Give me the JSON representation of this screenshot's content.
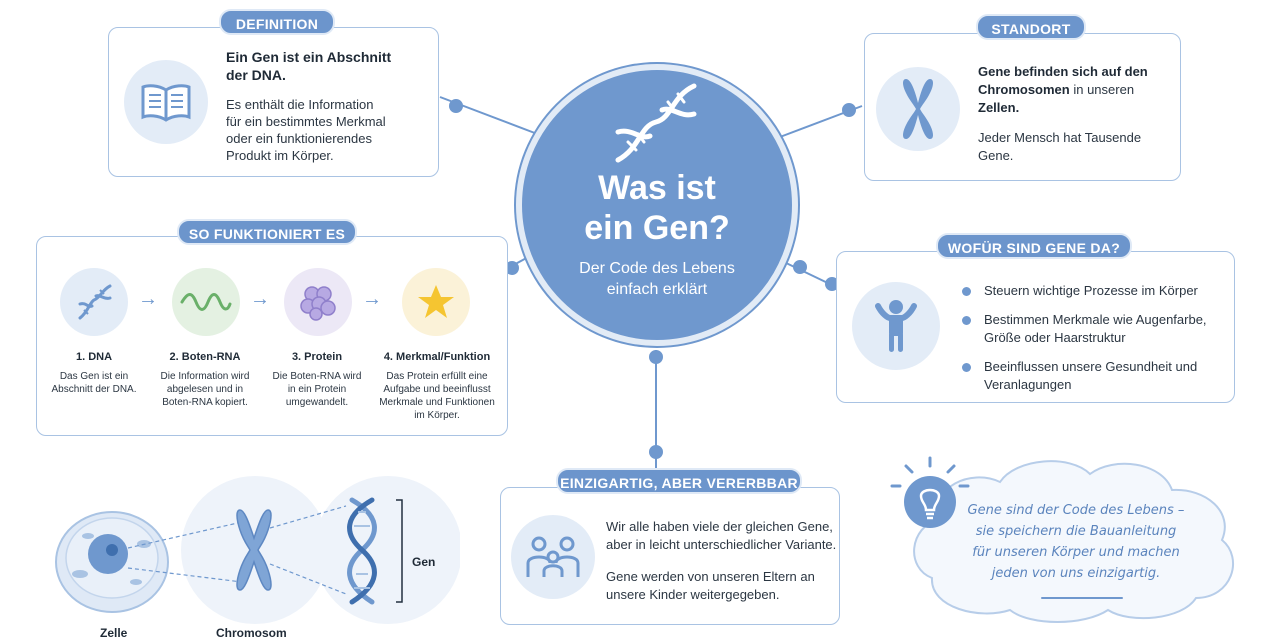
{
  "center": {
    "title_line1": "Was ist",
    "title_line2": "ein Gen?",
    "subtitle_line1": "Der Code des Lebens",
    "subtitle_line2": "einfach erklärt"
  },
  "definition": {
    "label": "DEFINITION",
    "headline_line1": "Ein Gen ist ein Abschnitt",
    "headline_line2": "der DNA.",
    "body": [
      "Es enthält die Information",
      "für ein bestimmtes Merkmal",
      "oder ein funktionierendes",
      "Produkt im Körper."
    ]
  },
  "standort": {
    "label": "STANDORT",
    "line1": "Gene befinden sich auf den",
    "line2_bold": "Chromosomen",
    "line2_rest": " in unseren",
    "line3": "Zellen.",
    "extra_line1": "Jeder Mensch hat Tausende",
    "extra_line2": "Gene."
  },
  "process": {
    "label": "SO FUNKTIONIERT ES",
    "steps": [
      {
        "title": "1. DNA",
        "text": [
          "Das Gen ist ein",
          "Abschnitt der DNA."
        ]
      },
      {
        "title": "2. Boten-RNA",
        "text": [
          "Die Information wird",
          "abgelesen und in",
          "Boten-RNA kopiert."
        ]
      },
      {
        "title": "3. Protein",
        "text": [
          "Die Boten-RNA wird",
          "in ein Protein",
          "umgewandelt."
        ]
      },
      {
        "title": "4. Merkmal/Funktion",
        "text": [
          "Das Protein erfüllt eine",
          "Aufgabe und beeinflusst",
          "Merkmale und Funktionen",
          "im Körper."
        ]
      }
    ]
  },
  "purpose": {
    "label": "WOFÜR SIND GENE DA?",
    "items": [
      [
        "Steuern wichtige Prozesse im Körper"
      ],
      [
        "Bestimmen Merkmale wie Augenfarbe,",
        "Größe oder Haarstruktur"
      ],
      [
        "Beeinflussen unsere Gesundheit und",
        "Veranlagungen"
      ]
    ]
  },
  "unique": {
    "label": "EINZIGARTIG, ABER VERERBBAR",
    "para1": [
      "Wir alle haben viele der gleichen Gene,",
      "aber in leicht unterschiedlicher Variante."
    ],
    "para2": [
      "Gene werden von unseren Eltern an",
      "unsere Kinder weitergegeben."
    ]
  },
  "illustration": {
    "cell_label": "Zelle",
    "chromosome_label": "Chromosom",
    "gene_label": "Gen"
  },
  "quote": {
    "lines": [
      "Gene sind der Code des Lebens –",
      "sie speichern die Bauanleitung",
      "für unseren Körper und machen",
      "jeden von uns einzigartig."
    ]
  },
  "icons": {
    "definition": "open-book-icon",
    "standort": "chromosome-icon",
    "purpose": "person-icon",
    "unique": "family-icon",
    "quote": "lightbulb-icon",
    "center": "dna-helix-icon",
    "steps": [
      "dna-icon",
      "rna-strand-icon",
      "protein-cluster-icon",
      "star-icon"
    ]
  },
  "colors": {
    "primary": "#6f98ce",
    "light": "#e3ecf7",
    "border": "#a9c3e3",
    "star": "#f5c531",
    "rna": "#6ab06a"
  }
}
